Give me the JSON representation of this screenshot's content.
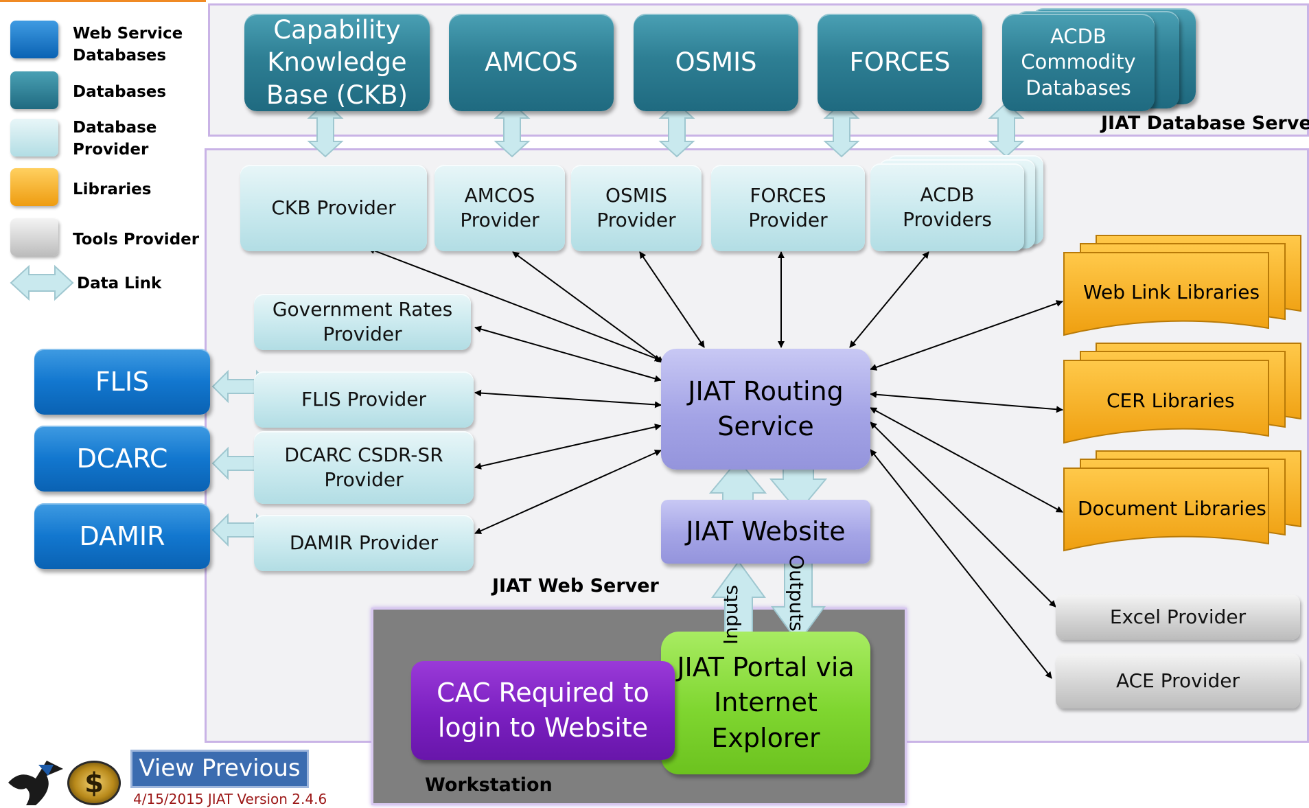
{
  "legend": {
    "web_service_databases": "Web Service\nDatabases",
    "databases": "Databases",
    "database_provider": "Database\nProvider",
    "libraries": "Libraries",
    "tools_provider": "Tools Provider",
    "data_link": "Data Link"
  },
  "regions": {
    "database_server": "JIAT Database Server",
    "web_server": "JIAT Web Server",
    "workstation": "Workstation"
  },
  "databases": {
    "ckb": "Capability\nKnowledge\nBase (CKB)",
    "amcos": "AMCOS",
    "osmis": "OSMIS",
    "forces": "FORCES",
    "acdb": "ACDB\nCommodity\nDatabases"
  },
  "providers": {
    "ckb": "CKB Provider",
    "amcos": "AMCOS\nProvider",
    "osmis": "OSMIS\nProvider",
    "forces": "FORCES\nProvider",
    "acdb": "ACDB\nProviders",
    "gov_rates": "Government Rates\nProvider",
    "flis": "FLIS Provider",
    "dcarc": "DCARC CSDR-SR\nProvider",
    "damir": "DAMIR Provider"
  },
  "web_services": {
    "flis": "FLIS",
    "dcarc": "DCARC",
    "damir": "DAMIR"
  },
  "core": {
    "routing_service": "JIAT Routing\nService",
    "website": "JIAT Website",
    "portal": "JIAT Portal via\nInternet\nExplorer",
    "cac": "CAC Required to\nlogin to Website",
    "inputs": "Inputs",
    "outputs": "Outputs"
  },
  "libraries": {
    "web_link": "Web Link Libraries",
    "cer": "CER Libraries",
    "document": "Document Libraries"
  },
  "tools": {
    "excel": "Excel Provider",
    "ace": "ACE Provider"
  },
  "footer": {
    "view_previous": "View Previous",
    "version": "4/15/2015 JIAT Version 2.4.6"
  },
  "colors": {
    "database_teal": "#2e7f94",
    "provider_light": "#c9e9ee",
    "web_service_blue": "#1277cf",
    "library_orange": "#f5a81c",
    "tools_gray": "#d4d4d4",
    "routing_lavender": "#a4a4e6",
    "portal_green": "#7fd630",
    "cac_purple": "#7a1fc0",
    "region_border": "#c9b3e6"
  }
}
